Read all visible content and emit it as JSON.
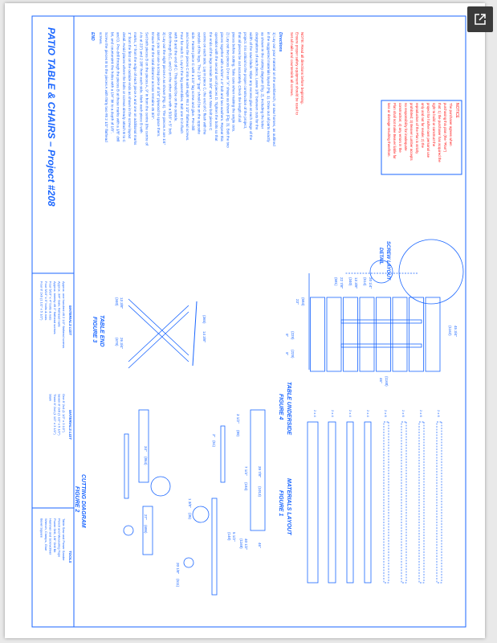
{
  "title": "PATIO TABLE & CHAIRS  –  Project #208",
  "notice": {
    "heading": "NOTICE",
    "lines": [
      "The purchaser agrees when",
      "purchasing this plan (the \"Plan\")",
      "that: 1) the purchaser has acquired the",
      "right to build or construct the",
      "project for his/her own personal use",
      "only and not for resale; 2) the",
      "reproduction of the Plan is strictly",
      "prohibited; 3) Beaver Lumber accepts",
      "no responsibility for inadequate",
      "construction; 4) any errors in the",
      "Plan shall not make Beaver liable for",
      "loss or damage resulting therefrom."
    ]
  },
  "notes": [
    "NOTE: Read all directions before beginning.",
    "Ensure proper safety equipment should be used to",
    "Set all nails and countersink all screws."
  ],
  "directions": {
    "heading": "Directions",
    "lines": [
      "1)  Lay out your material on the workbench, or saw horses, as outlined",
      "in the suggested materials layout (Fig. 1). Draw out all parts exactly",
      "as shown in the cutting diagram (Fig. 2), including the letter",
      "designations of each piece. Leave 1/8\" between cuts for the",
      "width of the saw blade. Wipe any excess glue at each stage of the",
      "project. It is critical to the proper construction of the project,",
      "that all pieces be cut accurately. Check the length of all",
      "pieces before cutting. Take care when making the angle cuts.",
      "2)  Lay out two pieces D in an \"X\" shape as shown (Fig. 3). Bolt the two",
      "pieces together with a 5/16\" x 4\" bolt and two washers. Repeat this",
      "operation with the second set of pieces D. Tighten the bolts so that",
      "the ends of the legs remain 26 3/4\" apart. Now bolt pieces C",
      "centre on each side. Lay in piece C, the end of C flush with the",
      "outside of the legs. The 2 3/4\" \"gap\" should be on the opposite",
      "side. Fasten piece C with a 1/4\" lag screw and glue. Pre-drill",
      "and screw the pieces C into B with eight #8 2 1/2\" flathead screws.",
      "Four for each C. Lay in the leg assemblies. Bolt one D in flush",
      "with B and the end of C. This should be on the outside.",
      "Bolt through B,C, and D on the other side with a 5/16\" x 5\" bolt.",
      "3)  Lay out the eight pieces A as shown (Fig. 4). The pieces A are 1/4\"",
      "apart, you can use a scrap piece of 1/4\" plywood to space them.",
      "Ensure that the total distance across remains 45 3/4\".",
      "Set both pieces B on the pieces A, 9\" in from the centre (the centre of",
      "A is at 23\") and 2 3/8\" from each side. Mark each piece B with",
      "marks, 1\" from the edge of each piece A and one on additional marks",
      "1\" from the first on the outside ends as shown in the screw layout",
      "detail. Avoid places where the bolts or screws already attach B to C",
      "and D. Pre-drill through the pieces B at these marks with a 1/8\" drill",
      "bit, and countersink the holes with a 1/4\" bit to a depth of 1/8\".",
      "Screw the pieces B to the pieces A with thirty two #8 2 1/2\" flathead",
      "screws."
    ],
    "end": "END"
  },
  "materials_list_1": {
    "heading": "MATERIALS LIST",
    "lines": [
      "Approx. one hundred #8 2 1/2\" flathead screws",
      "Approx. 3/4\" Galv. flathead nails",
      "Approx. twenty #8 2\" flathead screws",
      "Four 5/16\" x 4\" bolts & nuts",
      "Four 5/16\" x 5\" bolts & nuts",
      "Four 8' 2x6 (1 1/2\" x 5 1/2\")"
    ]
  },
  "materials_list_2": {
    "heading": "MATERIALS LIST",
    "lines": [
      "One 8' 2x4 (1 1/2\" x 3 1/2\")",
      "Seven 8' 2x6 (1 1/2\" x 5 1/2\")",
      "Three 8' 2x4 (1 1/2\" x 3 1/2\")",
      "Stain"
    ]
  },
  "tools": {
    "heading": "TOOLS",
    "lines": [
      "Table Saw and Power Sander",
      "Pencil and Measuring Tape",
      "Power Drill, 1/8\" Drill Bit",
      "Hammer and Screwdriver",
      "Wrench, Clamps, Glue",
      "Bevel Square"
    ]
  },
  "figures": {
    "fig1": {
      "title": "MATERIALS LAYOUT",
      "sub": "FIGURE 1",
      "stock": [
        "2 x 6",
        "2 x 6",
        "2 x 6",
        "2 x 6",
        "2 x 4",
        "2 x 4",
        "2 x 4",
        "2 x 4"
      ]
    },
    "fig2": {
      "title": "CUTTING DIAGRAM",
      "sub": "FIGURE 2",
      "dims": [
        "40 1/2\"",
        "(1168)",
        "46\"",
        "5 1/2\"",
        "(140)",
        "39 7/8\"",
        "(1013)",
        "7 1/4\"",
        "(184)",
        "3 1/2\"",
        "(89)",
        "34\"",
        "(864)",
        "27\"",
        "(686)",
        "1 3/8\"",
        "(35)",
        "2\"",
        "(51)",
        "20 1/8\"",
        "(511)"
      ]
    },
    "fig3": {
      "title": "TABLE END",
      "sub": "FIGURE 3",
      "dims": [
        "(365)",
        "14 3/8\"",
        "13 3/8\"",
        "(340)",
        "26 3/4\"",
        "(679)"
      ]
    },
    "fig4": {
      "title": "TABLE UNDERSIDE",
      "sub": "FIGURE 4",
      "dims": [
        "(584)",
        "23\"",
        "(229)",
        "9\"",
        "(229)",
        "9\"",
        "45 3/4\"",
        "(1162)",
        "(1168)",
        "46\"",
        "20 1/4\"",
        "(514)",
        "13 3/8\"",
        "(340)",
        "22 7/8\"",
        "(581)"
      ]
    },
    "detail": {
      "title": "SCREW LAYOUT",
      "sub": "DETAIL"
    }
  },
  "open_external_label": "open-in-new"
}
